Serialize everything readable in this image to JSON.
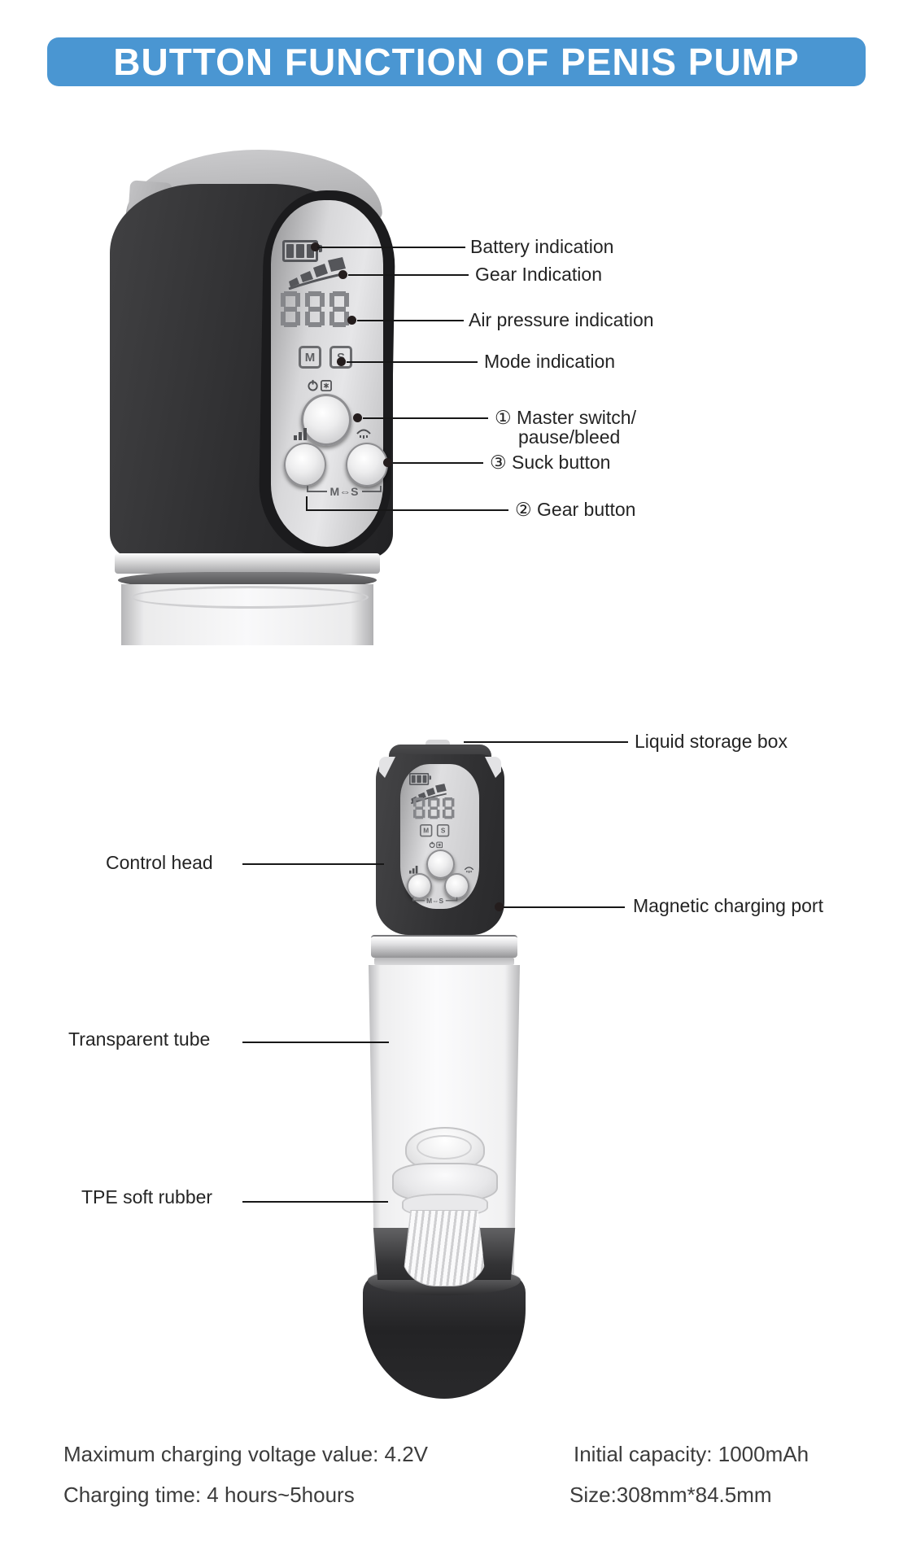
{
  "header": {
    "title": "BUTTON FUNCTION OF PENIS PUMP",
    "accent_color": "#4a96d2"
  },
  "device_display": {
    "digits": "888",
    "mode_m": "M",
    "mode_s": "S",
    "ms_range": "M⇔S"
  },
  "figure1": {
    "callouts": [
      {
        "label": "Battery indication"
      },
      {
        "label": "Gear Indication"
      },
      {
        "label": "Air pressure indication"
      },
      {
        "label": "Mode indication"
      },
      {
        "label": "① Master switch/",
        "label2": "pause/bleed"
      },
      {
        "label": "③ Suck button"
      },
      {
        "label": "② Gear button"
      }
    ]
  },
  "figure2": {
    "callouts": [
      {
        "label": "Liquid storage box"
      },
      {
        "label": "Control head"
      },
      {
        "label": "Magnetic charging port"
      },
      {
        "label": "Transparent tube"
      },
      {
        "label": "TPE soft rubber"
      }
    ]
  },
  "specs": {
    "left": [
      "Maximum charging voltage value: 4.2V",
      "Charging time: 4 hours~5hours"
    ],
    "right": [
      "Initial capacity: 1000mAh",
      "Size:308mm*84.5mm"
    ]
  }
}
